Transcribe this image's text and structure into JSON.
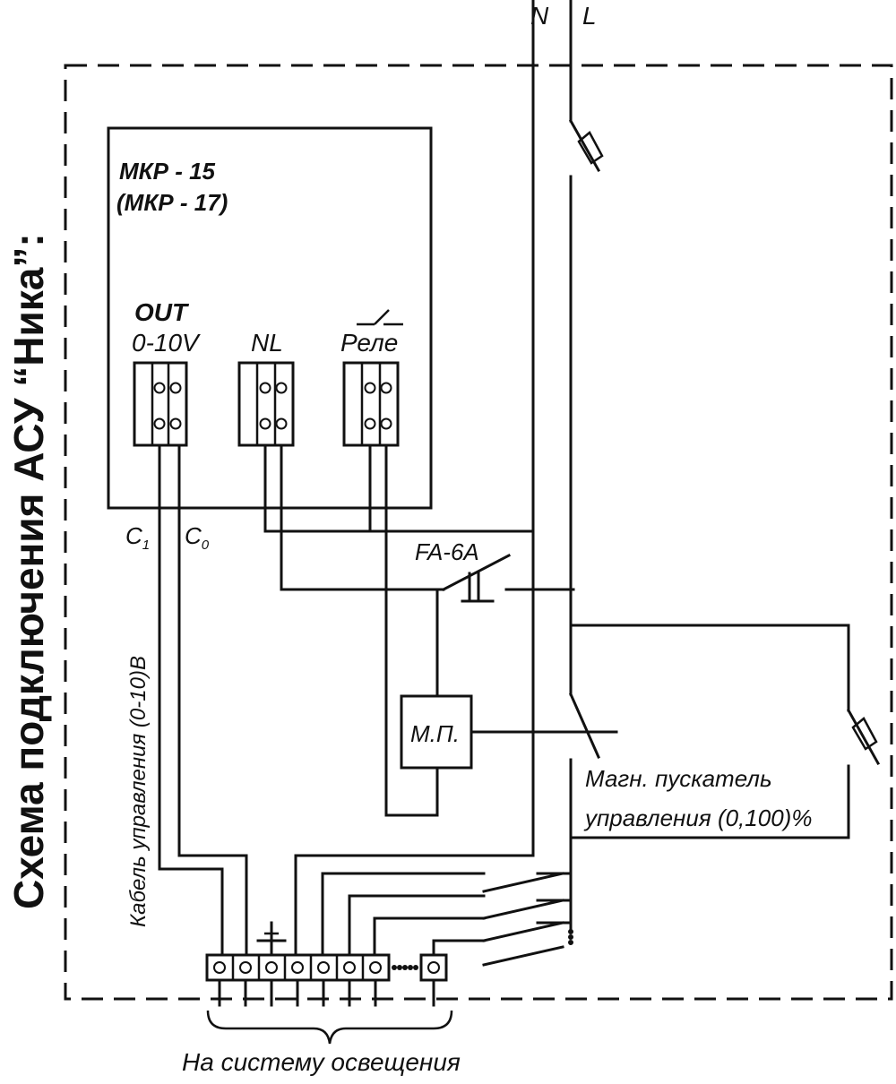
{
  "title": "Схема подключения АСУ “Ника”:",
  "device": {
    "model": "МКР - 15",
    "model_alt": "(МКР - 17)"
  },
  "terminals": {
    "out_label": "OUT",
    "out_range": "0-10V",
    "nl_label": "NL",
    "relay_label": "Реле"
  },
  "lines": {
    "neutral": "N",
    "live": "L"
  },
  "control_wires": {
    "c1_main": "C",
    "c1_sub": "1",
    "c0_main": "C",
    "c0_sub": "0"
  },
  "breaker_label": "FA-6A",
  "starter_label": "М.П.",
  "starter_caption": [
    "Магн. пускатель",
    "управления (0,100)%"
  ],
  "cable_label": "Кабель управления (0-10)В",
  "lighting_label": "На систему освещения"
}
